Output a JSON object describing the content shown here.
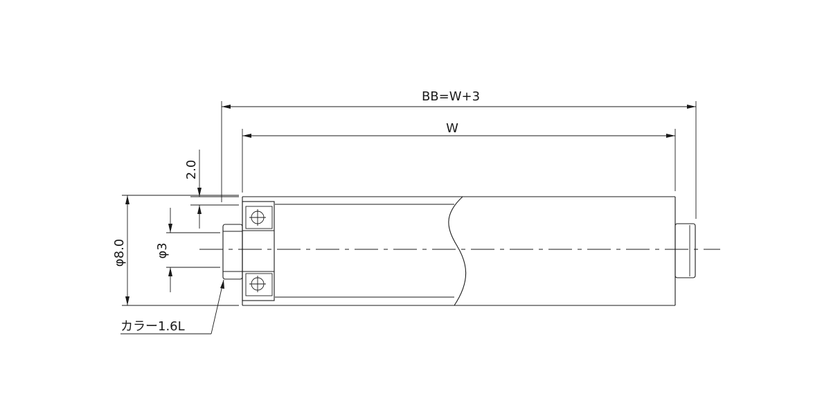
{
  "labels": {
    "overall_length": "BB=W+3",
    "roller_width": "W",
    "wall_thickness": "2.0",
    "outer_diameter": "φ8.0",
    "shaft_diameter": "φ3",
    "collar_note": "カラー1.6L"
  },
  "colors": {
    "line": "#1a1a1a",
    "background": "#ffffff"
  }
}
